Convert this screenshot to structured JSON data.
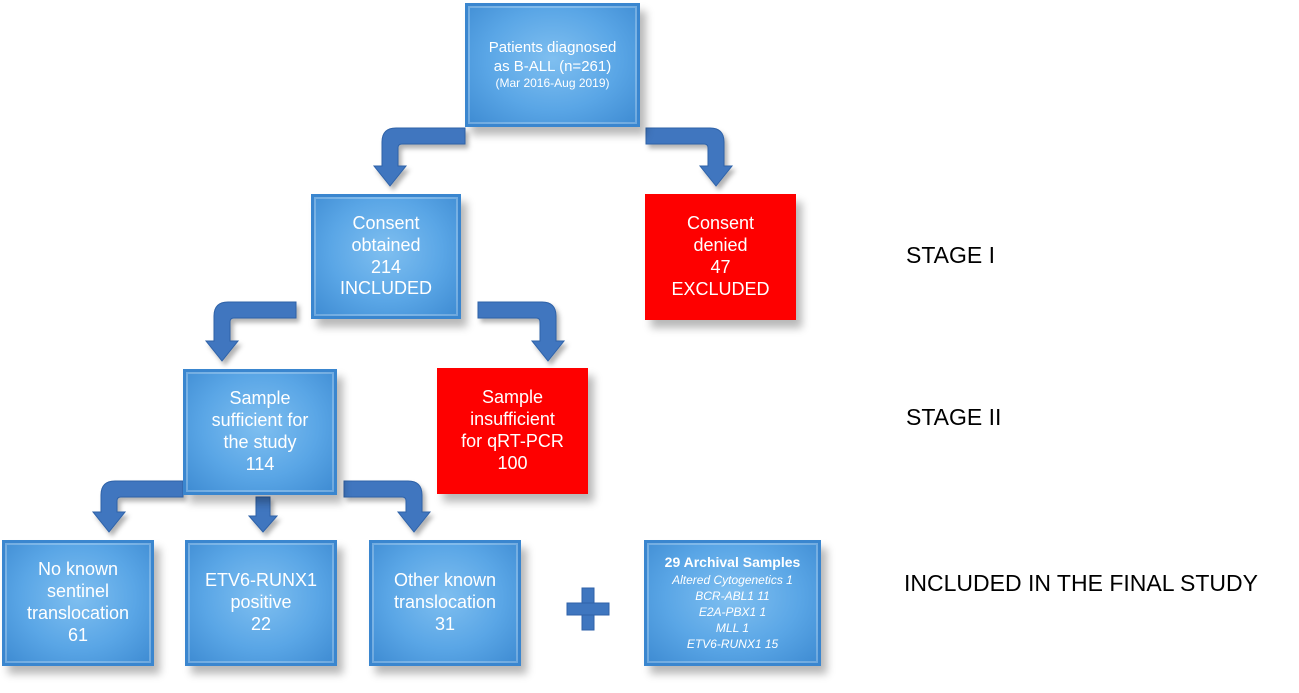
{
  "colors": {
    "box_blue": "#5aa6e6",
    "box_blue_border": "#3a86cf",
    "box_red": "#fe0000",
    "arrow_blue": "#3f76bf",
    "text_white": "#ffffff",
    "stage_text": "#000000"
  },
  "boxes": {
    "patients": {
      "line1": "Patients diagnosed",
      "line2": "as B-ALL (n=261)",
      "line3": "(Mar 2016-Aug 2019)"
    },
    "consent_obtained": {
      "line1": "Consent",
      "line2": "obtained",
      "line3": "214",
      "line4": "INCLUDED"
    },
    "consent_denied": {
      "line1": "Consent",
      "line2": "denied",
      "line3": "47",
      "line4": "EXCLUDED"
    },
    "sample_sufficient": {
      "line1": "Sample",
      "line2": "sufficient for",
      "line3": "the study",
      "line4": "114"
    },
    "sample_insufficient": {
      "line1": "Sample",
      "line2": "insufficient",
      "line3": "for qRT-PCR",
      "line4": "100"
    },
    "no_known": {
      "line1": "No known",
      "line2": "sentinel",
      "line3": "translocation",
      "line4": "61"
    },
    "etv6": {
      "line1": "ETV6-RUNX1",
      "line2": "positive",
      "line3": "22"
    },
    "other_known": {
      "line1": "Other known",
      "line2": "translocation",
      "line3": "31"
    },
    "archival": {
      "title": "29 Archival Samples",
      "items": [
        "Altered Cytogenetics 1",
        "BCR-ABL1 11",
        "E2A-PBX1 1",
        "MLL 1",
        "ETV6-RUNX1 15"
      ]
    }
  },
  "stages": {
    "stage1": "STAGE I",
    "stage2": "STAGE II",
    "final": "INCLUDED IN THE FINAL STUDY"
  },
  "icons": {
    "arrow": "curved-down-arrow-icon",
    "plus": "plus-icon"
  }
}
